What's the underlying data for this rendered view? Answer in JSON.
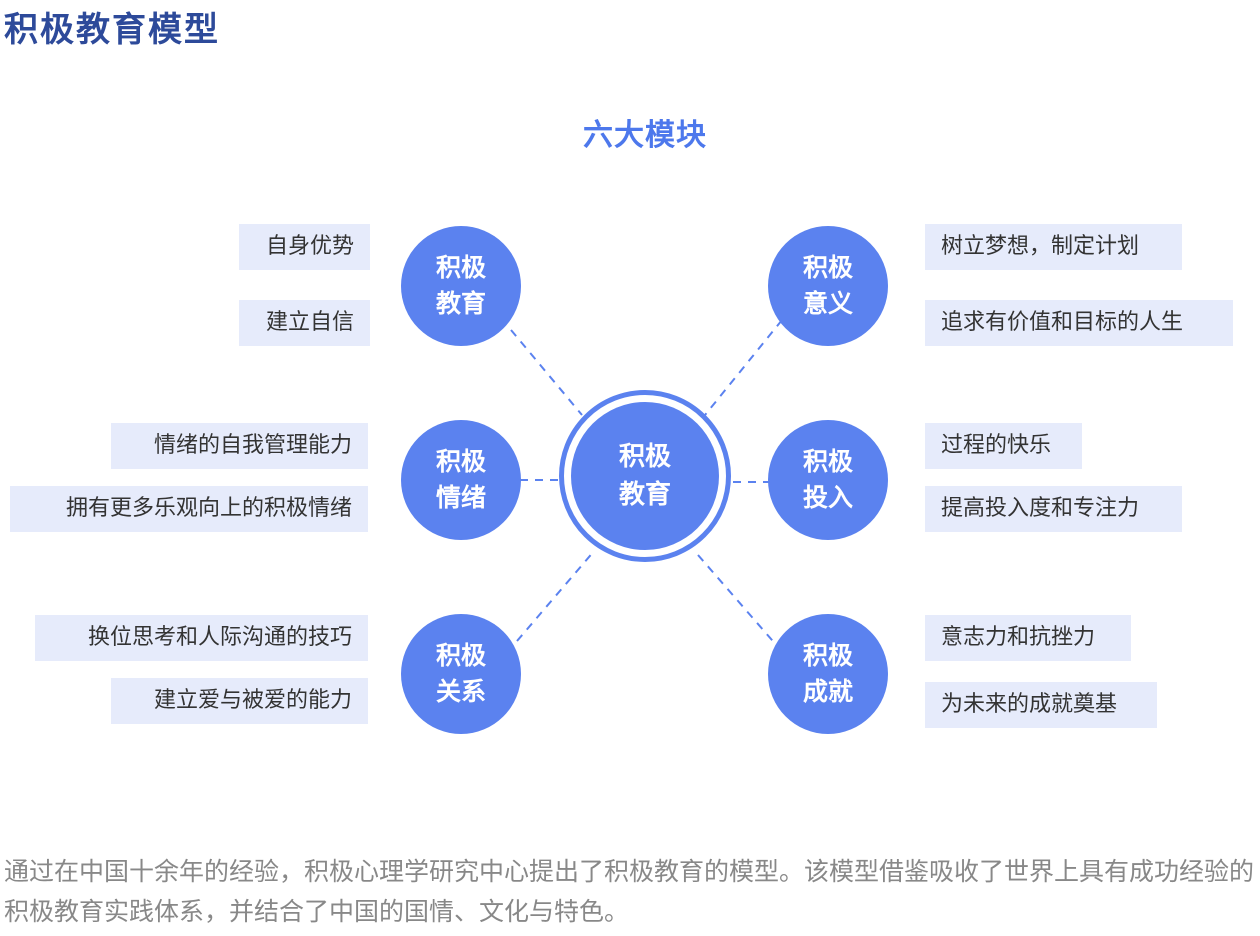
{
  "page_title": "积极教育模型",
  "diagram_title": "六大模块",
  "center": {
    "label": "积极\n教育"
  },
  "modules": [
    {
      "label": "积极\n教育",
      "items": [
        "自身优势",
        "建立自信"
      ]
    },
    {
      "label": "积极\n情绪",
      "items": [
        "情绪的自我管理能力",
        "拥有更多乐观向上的积极情绪"
      ]
    },
    {
      "label": "积极\n关系",
      "items": [
        "换位思考和人际沟通的技巧",
        "建立爱与被爱的能力"
      ]
    },
    {
      "label": "积极\n意义",
      "items": [
        "树立梦想，制定计划",
        "追求有价值和目标的人生"
      ]
    },
    {
      "label": "积极\n投入",
      "items": [
        "过程的快乐",
        "提高投入度和专注力"
      ]
    },
    {
      "label": "积极\n成就",
      "items": [
        "意志力和抗挫力",
        "为未来的成就奠基"
      ]
    }
  ],
  "description": "通过在中国十余年的经验，积极心理学研究中心提出了积极教育的模型。该模型借鉴吸收了世界上具有成功经验的积极教育实践体系，并结合了中国的国情、文化与特色。",
  "colors": {
    "primary": "#5b82ef",
    "title": "#2d4a9a",
    "tag_bg": "#e6ebfb"
  }
}
